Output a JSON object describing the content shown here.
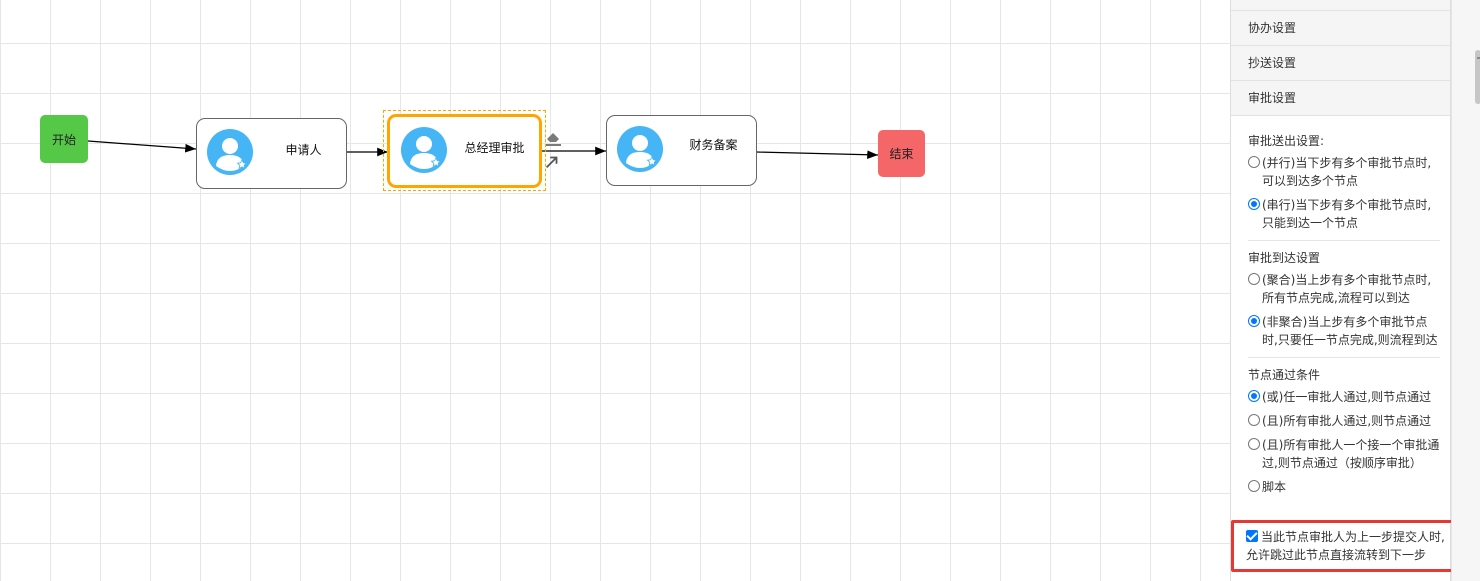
{
  "diagram": {
    "nodes": {
      "start": {
        "label": "开始",
        "color": "#56c848"
      },
      "applicant": {
        "label": "申请人"
      },
      "gm_approval": {
        "label": "总经理审批",
        "highlight": "#ffa500"
      },
      "finance": {
        "label": "财务备案"
      },
      "end": {
        "label": "结束",
        "color": "#f46667"
      }
    },
    "avatar_color": "#45b5f5"
  },
  "panel": {
    "sections": [
      "协办设置",
      "抄送设置",
      "审批设置"
    ],
    "send_settings": {
      "title": "审批送出设置:",
      "options": [
        {
          "label": "(并行)当下步有多个审批节点时,可以到达多个节点",
          "checked": false
        },
        {
          "label": "(串行)当下步有多个审批节点时,只能到达一个节点",
          "checked": true
        }
      ]
    },
    "arrive_settings": {
      "title": "审批到达设置",
      "options": [
        {
          "label": "(聚合)当上步有多个审批节点时,所有节点完成,流程可以到达",
          "checked": false
        },
        {
          "label": "(非聚合)当上步有多个审批节点时,只要任一节点完成,则流程到达",
          "checked": true
        }
      ]
    },
    "pass_conditions": {
      "title": "节点通过条件",
      "options": [
        {
          "label": "(或)任一审批人通过,则节点通过",
          "checked": true
        },
        {
          "label": "(且)所有审批人通过,则节点通过",
          "checked": false
        },
        {
          "label": "(且)所有审批人一个接一个审批通过,则节点通过（按顺序审批）",
          "checked": false
        },
        {
          "label": "脚本",
          "checked": false
        }
      ]
    },
    "skip_checkbox": {
      "label": "当此节点审批人为上一步提交人时,允许跳过此节点直接流转到下一步",
      "checked": true
    }
  }
}
